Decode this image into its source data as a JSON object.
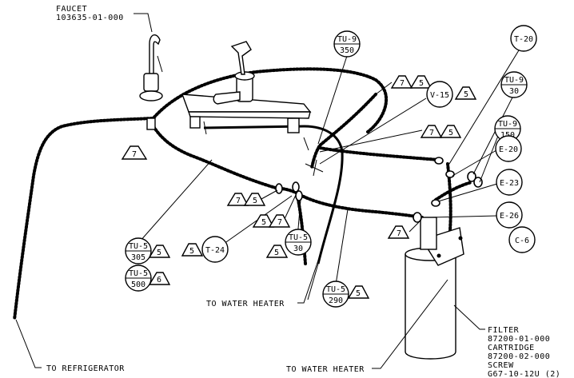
{
  "labels": {
    "faucet_title": "FAUCET",
    "faucet_part": "103635-01-000",
    "to_refrigerator": "TO REFRIGERATOR",
    "to_water_heater_1": "TO WATER HEATER",
    "to_water_heater_2": "TO WATER HEATER",
    "filter_title": "FILTER",
    "filter_part": "87200-01-000",
    "cartridge_title": "CARTRIDGE",
    "cartridge_part": "87200-02-000",
    "screw_title": "SCREW",
    "screw_part": "G67-10-12U (2)"
  },
  "callouts": {
    "tu9_350": {
      "code": "TU-9",
      "num": "350"
    },
    "tu9_30": {
      "code": "TU-9",
      "num": "30"
    },
    "tu9_150": {
      "code": "TU-9",
      "num": "150"
    },
    "t20": "T-20",
    "v15": "V-15",
    "e20": "E-20",
    "e23": "E-23",
    "e26": "E-26",
    "c6": "C-6",
    "t24": "T-24",
    "tu5_30": {
      "code": "TU-5",
      "num": "30"
    },
    "tu5_305": {
      "code": "TU-5",
      "num": "305"
    },
    "tu5_500": {
      "code": "TU-5",
      "num": "500"
    },
    "tu5_290": {
      "code": "TU-5",
      "num": "290"
    }
  },
  "qty_tags": {
    "q7_faucet": "7",
    "q7_top": "7",
    "q5_top": "5",
    "q5_v15": "5",
    "q7_mid": "7",
    "q5_mid": "5",
    "q7_left": "7",
    "q5_left": "5",
    "q5_a": "5",
    "q7_a": "7",
    "q5_t24": "5",
    "q5_tu530": "5",
    "q5_305": "5",
    "q6_500": "6",
    "q5_290": "5",
    "q7_filter": "7"
  }
}
